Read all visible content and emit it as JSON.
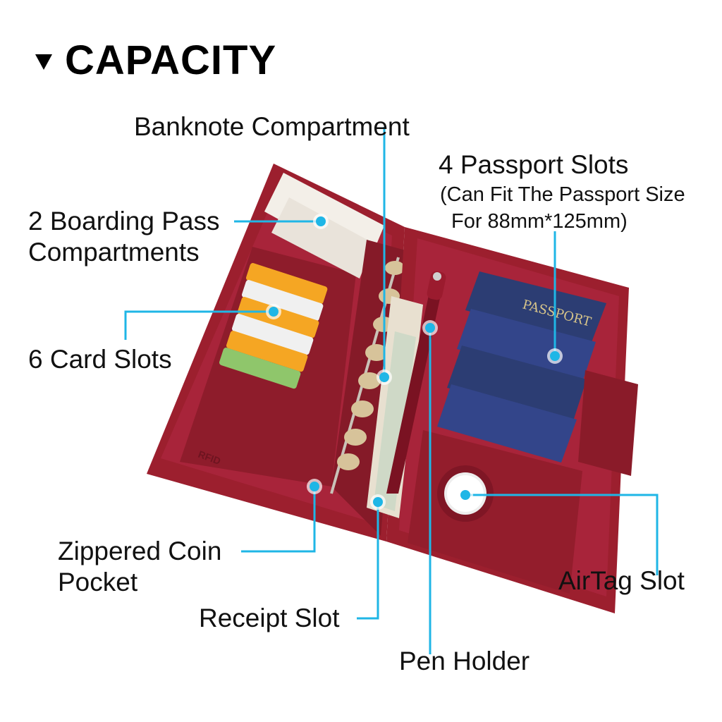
{
  "header": {
    "marker_icon": "triangle-down-icon",
    "title": "CAPACITY"
  },
  "callouts": {
    "banknote": "Banknote Compartment",
    "boarding_line1": "2 Boarding Pass",
    "boarding_line2": "Compartments",
    "card_slots": "6 Card Slots",
    "passport_title": "4 Passport Slots",
    "passport_note1": "(Can Fit The Passport Size",
    "passport_note2": "For 88mm*125mm)",
    "zipper_line1": "Zippered Coin",
    "zipper_line2": "Pocket",
    "receipt": "Receipt Slot",
    "pen": "Pen Holder",
    "airtag": "AirTag Slot"
  },
  "product": {
    "brand_mark": "RFID",
    "passport_text": "PASSPORT"
  },
  "colors": {
    "leather": "#9c1f2e",
    "leather_dark": "#6e1420",
    "leader_line": "#1fb6e6",
    "passport_blue": "#2c3d73",
    "card_yellow": "#f5a623",
    "coin": "#d7c39a"
  }
}
